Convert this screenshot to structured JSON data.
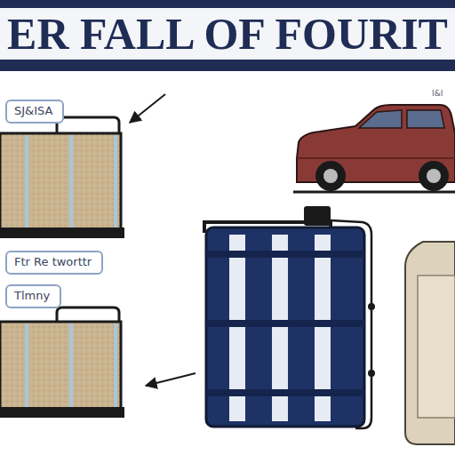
{
  "diagram": {
    "title": "ER FALL OF FOURIT",
    "nodes": [
      {
        "text": [
          "SJ&ISA"
        ]
      },
      {
        "text": [
          "Ftr Re tworttr"
        ]
      },
      {
        "text": [
          "Tlmny"
        ]
      }
    ],
    "labels": [
      "I&I"
    ]
  }
}
